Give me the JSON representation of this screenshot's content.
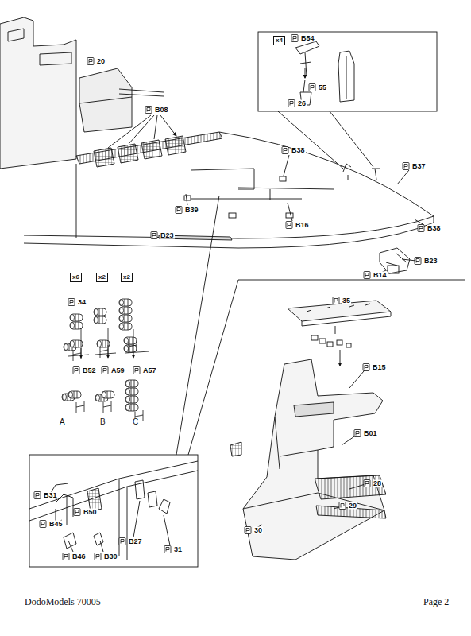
{
  "diagram": {
    "labels": [
      "x4",
      "B54",
      "55",
      "26",
      "20",
      "B08",
      "B38",
      "B37",
      "B39",
      "B16",
      "B38",
      "B23",
      "B23",
      "B14",
      "x6",
      "x2",
      "x2",
      "34",
      "35",
      "B52",
      "A59",
      "A57",
      "A",
      "B",
      "C",
      "B15",
      "B01",
      "28",
      "B31",
      "B50",
      "B45",
      "29",
      "30",
      "B46",
      "B30",
      "B27",
      "31",
      "DodoModels 70005",
      "Page 2"
    ]
  }
}
